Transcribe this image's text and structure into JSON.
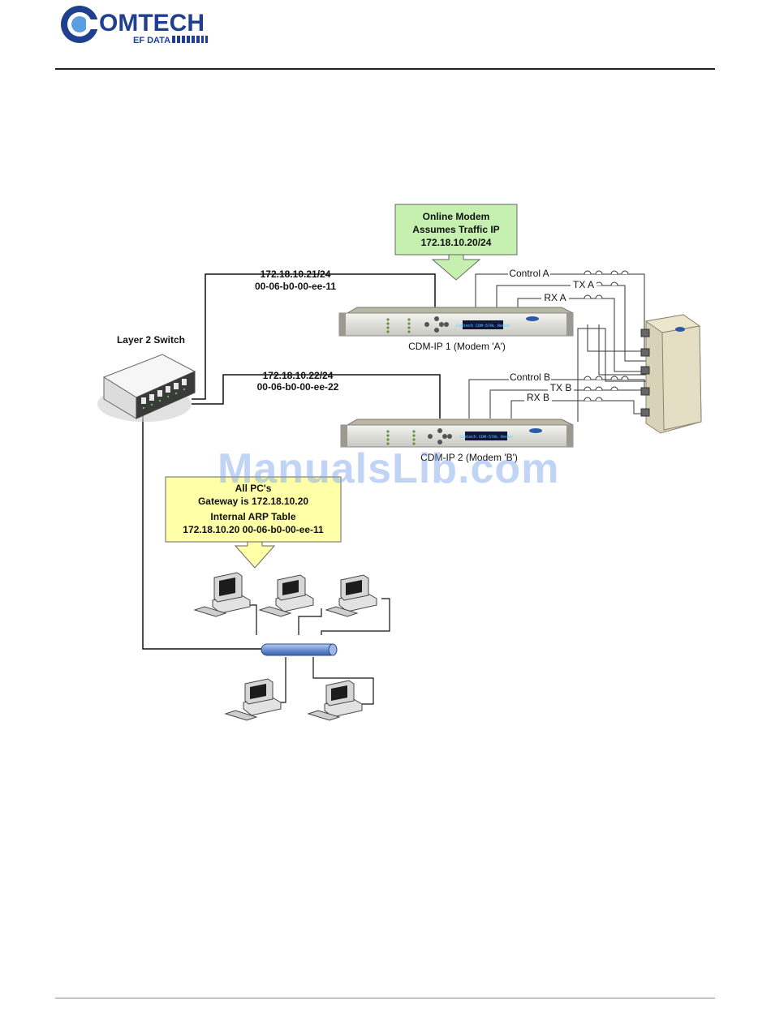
{
  "header": {
    "logo": {
      "brand": "OMTECH",
      "initial": "C",
      "sub": "EF DATA",
      "colors": {
        "primary": "#1f3f8f",
        "secondary": "#5aa0e0"
      }
    }
  },
  "callouts": {
    "online_modem": {
      "lines": [
        "Online Modem",
        "Assumes Traffic IP",
        "172.18.10.20/24"
      ],
      "fill": "#c6f0b0"
    },
    "pc_gateway": {
      "lines": [
        "All PC's",
        "Gateway is 172.18.10.20",
        "Internal ARP Table",
        "172.18.10.20  00-06-b0-00-ee-11"
      ],
      "fill": "#ffffa8"
    }
  },
  "links": {
    "modem_a": {
      "ip": "172.18.10.21/24",
      "mac": "00-06-b0-00-ee-11"
    },
    "modem_b": {
      "ip": "172.18.10.22/24",
      "mac": "00-06-b0-00-ee-22"
    }
  },
  "devices": {
    "switch_label": "Layer 2 Switch",
    "modem_a_label": "CDM-IP 1 (Modem 'A')",
    "modem_b_label": "CDM-IP 2 (Modem 'B')",
    "modem_display": "Comtech CDM-570L Redun"
  },
  "signals": {
    "control_a": "Control A",
    "tx_a": "TX A",
    "rx_a": "RX A",
    "control_b": "Control B",
    "tx_b": "TX B",
    "rx_b": "RX B"
  },
  "watermark": "ManualsLib.com"
}
